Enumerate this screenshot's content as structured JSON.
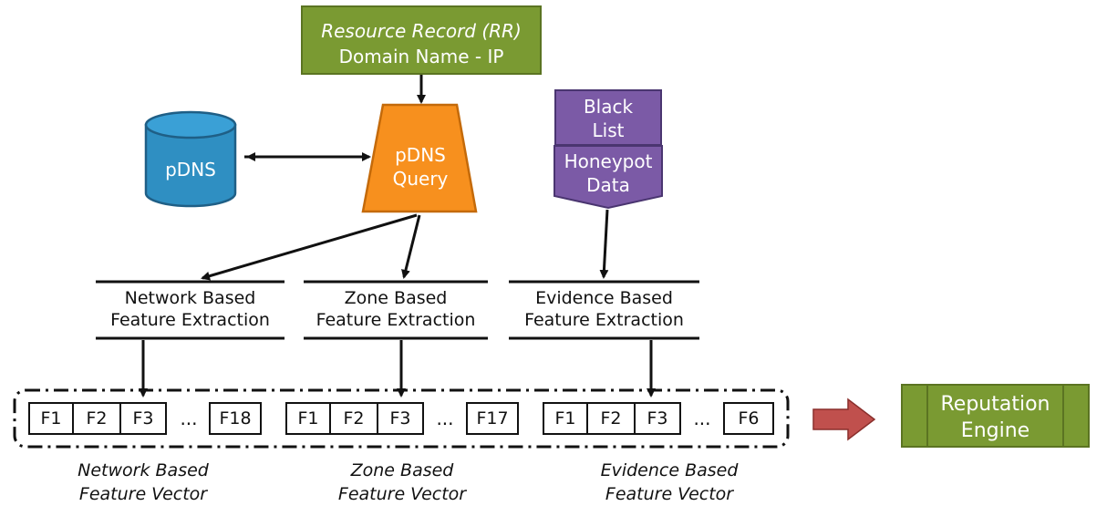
{
  "resource_record": {
    "title": "Resource Record (RR)",
    "subtitle": "Domain Name - IP"
  },
  "pdns_db": {
    "label": "pDNS"
  },
  "pdns_query": {
    "line1": "pDNS",
    "line2": "Query"
  },
  "blacklist": {
    "line1": "Black",
    "line2": "List"
  },
  "honeypot": {
    "line1": "Honeypot",
    "line2": "Data"
  },
  "extraction": [
    {
      "line1": "Network Based",
      "line2": "Feature Extraction"
    },
    {
      "line1": "Zone Based",
      "line2": "Feature Extraction"
    },
    {
      "line1": "Evidence Based",
      "line2": "Feature Extraction"
    }
  ],
  "vectors": [
    {
      "features": [
        "F1",
        "F2",
        "F3"
      ],
      "ellipsis": "...",
      "last": "F18",
      "label1": "Network Based",
      "label2": "Feature Vector"
    },
    {
      "features": [
        "F1",
        "F2",
        "F3"
      ],
      "ellipsis": "...",
      "last": "F17",
      "label1": "Zone Based",
      "label2": "Feature Vector"
    },
    {
      "features": [
        "F1",
        "F2",
        "F3"
      ],
      "ellipsis": "...",
      "last": "F6",
      "label1": "Evidence Based",
      "label2": "Feature Vector"
    }
  ],
  "reputation": {
    "line1": "Reputation",
    "line2": "Engine"
  },
  "colors": {
    "green": "#7a9a32",
    "blue": "#2f8fc2",
    "orange": "#f7901e",
    "purple": "#7b5aa6",
    "red_arrow": "#c0504d"
  }
}
